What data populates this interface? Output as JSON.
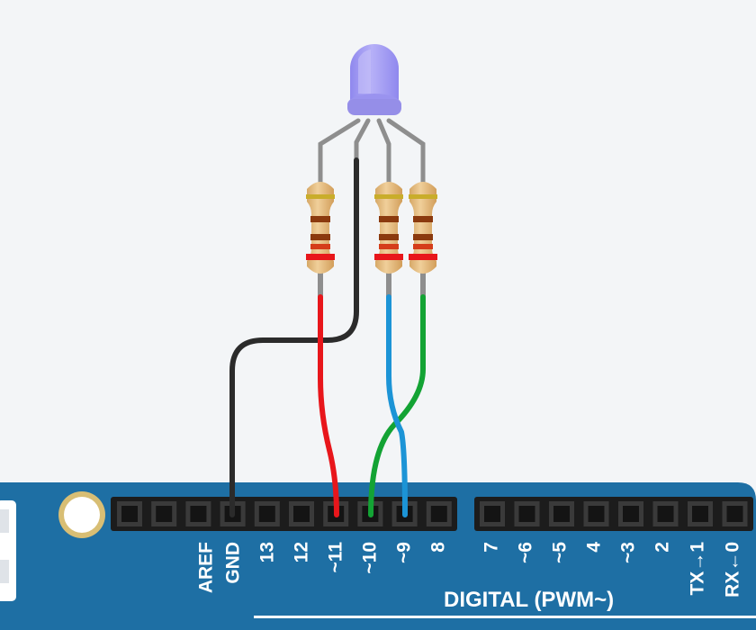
{
  "colors": {
    "background": "#f3f5f7",
    "board": "#1e6fa4",
    "header": "#1c1c1c",
    "wire_black": "#2b2b2b",
    "wire_red": "#e8161b",
    "wire_green": "#13a334",
    "wire_blue": "#1c94d6",
    "led": "#a39cf2",
    "resistor_body": "#e4bc82"
  },
  "components": {
    "led": "rgb-led-common-cathode",
    "resistors": [
      "resistor-red",
      "resistor-green",
      "resistor-blue"
    ]
  },
  "board": {
    "header_left_labels": [
      "AREF",
      "GND",
      "13",
      "12",
      "~11",
      "~10",
      "~9",
      "8"
    ],
    "header_right_labels": [
      "7",
      "~6",
      "~5",
      "4",
      "~3",
      "2",
      "TX→1",
      "RX←0"
    ],
    "digital_label": "DIGITAL (PWM~)"
  },
  "wires": [
    {
      "color": "black",
      "from": "LED common cathode",
      "to": "GND"
    },
    {
      "color": "red",
      "from": "red resistor",
      "to": "~11"
    },
    {
      "color": "green",
      "from": "green resistor",
      "to": "~10"
    },
    {
      "color": "blue",
      "from": "blue resistor",
      "to": "~9"
    }
  ]
}
